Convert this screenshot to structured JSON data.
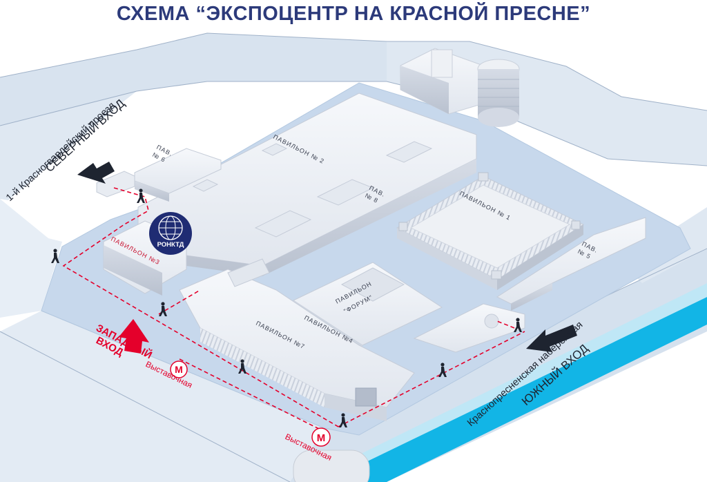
{
  "title": "СХЕМА “ЭКСПОЦЕНТР НА КРАСНОЙ ПРЕСНЕ”",
  "entrances": {
    "north_title": "СЕВЕРНЫЙ ВХОД",
    "north_street": "1-й Красногвардейский проезд",
    "south_title": "ЮЖНЫЙ ВХОД",
    "south_street": "Краснопресненская набережная",
    "west_line1": "ЗАПАДНЫЙ",
    "west_line2": "ВХОД"
  },
  "pavilions": {
    "p2": "ПАВИЛЬОН № 2",
    "p1": "ПАВИЛЬОН № 1",
    "p3": "ПАВИЛЬОН №3",
    "p7": "ПАВИЛЬОН №7",
    "p4": "ПАВИЛЬОН №4",
    "p6_line1": "ПАВ.",
    "p6_line2": "№ 6",
    "p8_line1": "ПАВ.",
    "p8_line2": "№ 8",
    "p5_line1": "ПАВ.",
    "p5_line2": "№ 5",
    "forum_line1": "ПАВИЛЬОН",
    "forum_line2": "\"ФОРУМ\""
  },
  "logo": {
    "text": "РОНКТД"
  },
  "metro": {
    "letter": "М",
    "station_west": "Выставочная",
    "station_south": "Выставочная"
  },
  "colors": {
    "title": "#2c3a7a",
    "route": "#e4002b",
    "road": "#d8e3ef",
    "grounds": "#c7d8ec",
    "river": "#12b5e6",
    "building": "#eef1f5"
  }
}
